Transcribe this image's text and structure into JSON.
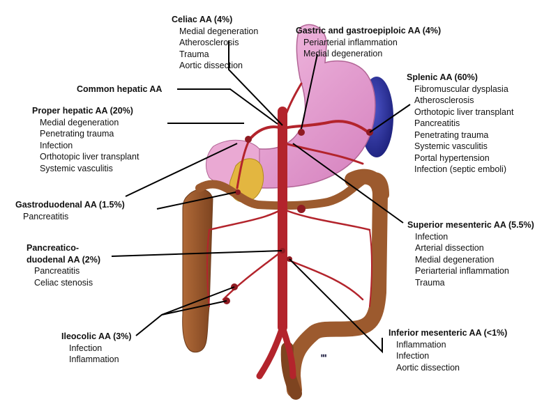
{
  "labels": {
    "celiac": {
      "title": "Celiac AA (4%)",
      "items": [
        "Medial degeneration",
        "Atherosclerosis",
        "Trauma",
        "Aortic dissection"
      ]
    },
    "gastric": {
      "title": "Gastric and gastroepiploic AA (4%)",
      "items": [
        "Periarterial inflammation",
        "Medial degeneration"
      ]
    },
    "splenic": {
      "title": "Splenic AA (60%)",
      "items": [
        "Fibromuscular dysplasia",
        "Atherosclerosis",
        "Orthotopic liver transplant",
        "Pancreatitis",
        "Penetrating trauma",
        "Systemic vasculitis",
        "Portal hypertension",
        "Infection (septic emboli)"
      ]
    },
    "common_hepatic": {
      "title": "Common hepatic AA"
    },
    "proper_hepatic": {
      "title": "Proper hepatic AA (20%)",
      "items": [
        "Medial degeneration",
        "Penetrating trauma",
        "Infection",
        "Orthotopic liver transplant",
        "Systemic vasculitis"
      ]
    },
    "gastroduodenal": {
      "title": "Gastroduodenal AA (1.5%)",
      "items": [
        "Pancreatitis"
      ]
    },
    "pancreatico": {
      "title_line1": "Pancreatico-",
      "title_line2": "duodenal AA (2%)",
      "items": [
        "Pancreatitis",
        "Celiac stenosis"
      ]
    },
    "superior_mesenteric": {
      "title": "Superior mesenteric AA (5.5%)",
      "items": [
        "Infection",
        "Arterial dissection",
        "Medial degeneration",
        "Periarterial inflammation",
        "Trauma"
      ]
    },
    "ileocolic": {
      "title": "Ileocolic AA (3%)",
      "items": [
        "Infection",
        "Inflammation"
      ]
    },
    "inferior_mesenteric": {
      "title": "Inferior mesenteric AA (<1%)",
      "items": [
        "Inflammation",
        "Infection",
        "Aortic dissection"
      ]
    }
  },
  "colors": {
    "stomach": "#e79bcf",
    "spleen": "#2a2f9a",
    "gallbladder": "#e3b640",
    "colon": "#9c5a2e",
    "artery": "#b3242c",
    "leader": "#000000"
  }
}
